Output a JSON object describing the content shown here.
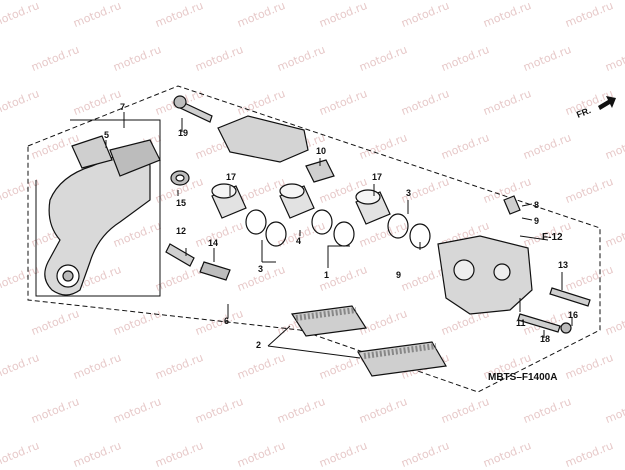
{
  "watermark": "motod.ru",
  "direction": "FR.",
  "figure_code": "MBTS–F1400A",
  "ref_code": "F-12",
  "callouts": {
    "c1": "1",
    "c2": "2",
    "c3a": "3",
    "c3b": "3",
    "c4": "4",
    "c5": "5",
    "c6": "6",
    "c7": "7",
    "c8": "8",
    "c9a": "9",
    "c9b": "9",
    "c10": "10",
    "c11": "11",
    "c12": "12",
    "c13": "13",
    "c14": "14",
    "c15": "15",
    "c16": "16",
    "c17a": "17",
    "c17b": "17",
    "c18": "18",
    "c19": "19"
  }
}
